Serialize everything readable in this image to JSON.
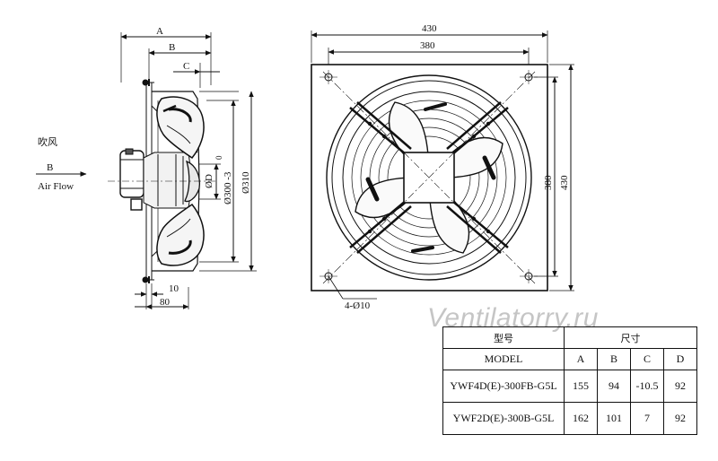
{
  "side_view": {
    "dim_A": "A",
    "dim_B": "B",
    "dim_C": "C",
    "dim_D": "ØD",
    "dim_300": "Ø300 -3",
    "dim_300_tol": "0",
    "dim_310": "Ø310",
    "dim_10": "10",
    "dim_80": "80",
    "flow_cn": "吹风",
    "flow_letter": "B",
    "flow_en": "Air Flow"
  },
  "front_view": {
    "dim_430_top": "430",
    "dim_380_top": "380",
    "dim_380_side": "380",
    "dim_430_side": "430",
    "hole_label": "4-Ø10"
  },
  "watermark": "Ventilatorry.ru",
  "spec_table": {
    "header_cn_model": "型号",
    "header_cn_size": "尺寸",
    "header_model": "MODEL",
    "columns": [
      "A",
      "B",
      "C",
      "D"
    ],
    "rows": [
      {
        "model": "YWF4D(E)-300FB-G5L",
        "A": "155",
        "B": "94",
        "C": "-10.5",
        "D": "92"
      },
      {
        "model": "YWF2D(E)-300B-G5L",
        "A": "162",
        "B": "101",
        "C": "7",
        "D": "92"
      }
    ]
  },
  "colors": {
    "line": "#111111",
    "watermark": "#969696",
    "background": "#ffffff"
  }
}
